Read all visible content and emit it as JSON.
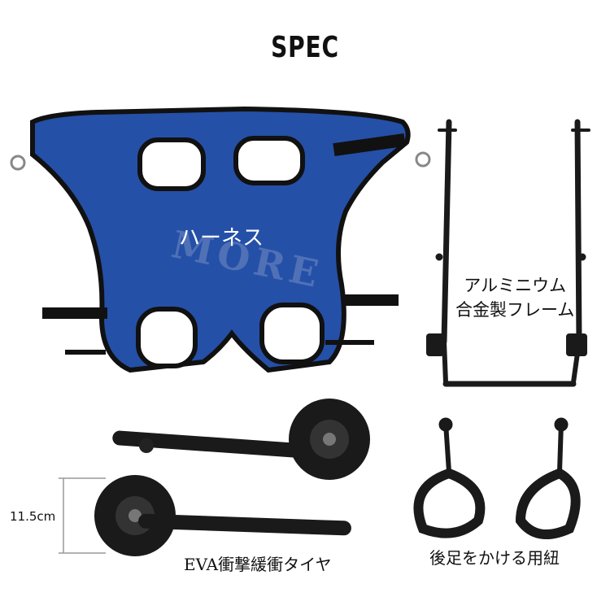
{
  "title": "SPEC",
  "labels": {
    "harness": "ハーネス",
    "frame_line1": "アルミニウム",
    "frame_line2": "合金製フレーム",
    "wheel": "EVA衝撃緩衝タイヤ",
    "strap": "後足をかける用紐",
    "dimension": "11.5cm"
  },
  "watermark": "MORE",
  "colors": {
    "harness_blue": "#2550a8",
    "harness_border": "#111111",
    "metal": "#1a1a1a"
  }
}
